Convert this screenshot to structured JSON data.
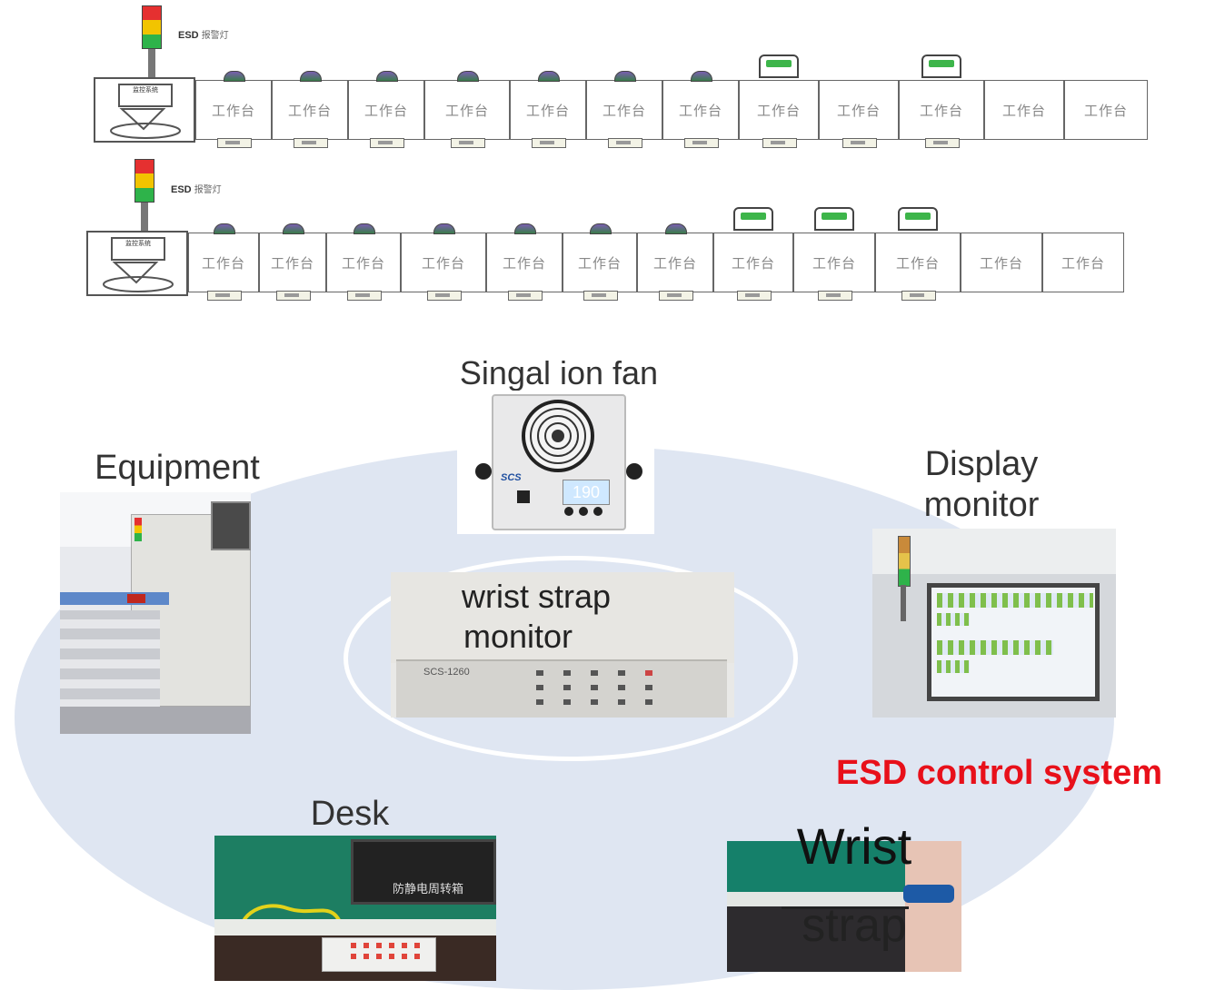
{
  "schematic": {
    "esd_label": "ESD",
    "esd_sublabel": "报警灯",
    "bench_label": "工作台",
    "screen_label": "监控系统"
  },
  "diagram": {
    "fan_label": "Singal ion fan",
    "equipment_label": "Equipment",
    "display_label_line1": "Display",
    "display_label_line2": "monitor",
    "monitor_label_line1": "wrist strap",
    "monitor_label_line2": "monitor",
    "system_title": "ESD control system",
    "desk_label": "Desk",
    "wrist_label_line1": "Wrist",
    "wrist_label_line2": "strap",
    "fan_display": "190",
    "fan_brand": "SCS",
    "monitor_model": "SCS-1260",
    "desk_tray_text": "防静电周转箱"
  },
  "colors": {
    "accent_red": "#e8101a",
    "ellipse_fill": "#dfe6f2",
    "tower_red": "#e53030",
    "tower_yellow": "#f2c400",
    "tower_green": "#2eb34a"
  }
}
